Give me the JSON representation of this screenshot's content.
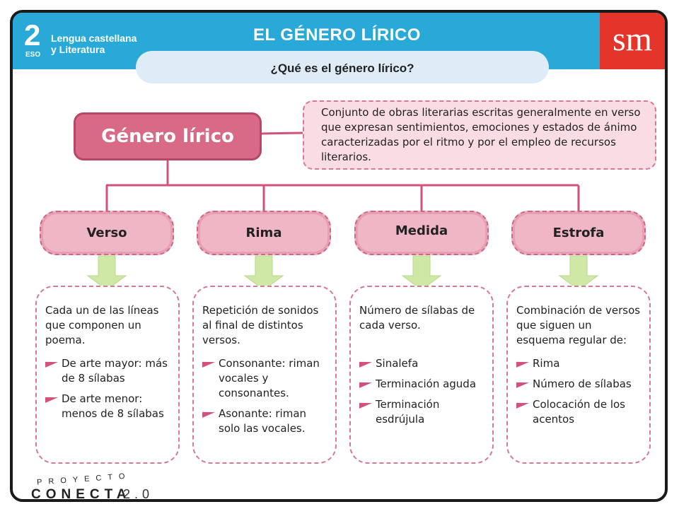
{
  "header": {
    "grade": "2",
    "level": "ESO",
    "subject_line1": "Lengua castellana",
    "subject_line2": "y Literatura",
    "title": "EL GÉNERO LÍRICO",
    "subtitle": "¿Qué es el género lírico?",
    "logo_text": "sm"
  },
  "concept": {
    "title": "Género lírico",
    "definition": "Conjunto de obras literarias escritas generalmente en verso que expresan sentimientos, emociones y estados de ánimo caracterizadas por el ritmo y por el empleo de recursos literarios."
  },
  "categories": [
    {
      "label": "Verso",
      "description": "Cada un de las líneas que componen un poema.",
      "bullets": [
        "De arte mayor: más de 8 sílabas",
        "De arte menor: menos de 8 sílabas"
      ]
    },
    {
      "label": "Rima",
      "description": "Repetición de sonidos al final de distintos versos.",
      "bullets": [
        "Consonante: riman vocales y consonantes.",
        "Asonante: riman solo las vocales."
      ]
    },
    {
      "label": "Medida",
      "description": "Número de sílabas de cada verso.",
      "bullets": [
        "Sinalefa",
        "Terminación aguda",
        "Terminación esdrújula"
      ]
    },
    {
      "label": "Estrofa",
      "description": "Combinación de versos que siguen un esquema regular de:",
      "bullets": [
        "Rima",
        "Número de sílabas",
        "Colocación de los acentos"
      ]
    }
  ],
  "footer": {
    "brand_small": "PROYECTO",
    "brand_big": "CONECTA",
    "brand_version": "2.0"
  },
  "colors": {
    "header_blue": "#29a9d8",
    "banner_light_blue": "#ddecf7",
    "logo_red": "#e5342a",
    "concept_pink": "#d96a87",
    "category_pink": "#efb6c6",
    "connector": "#d2527a",
    "arrow_green": "#cfe8a6"
  }
}
